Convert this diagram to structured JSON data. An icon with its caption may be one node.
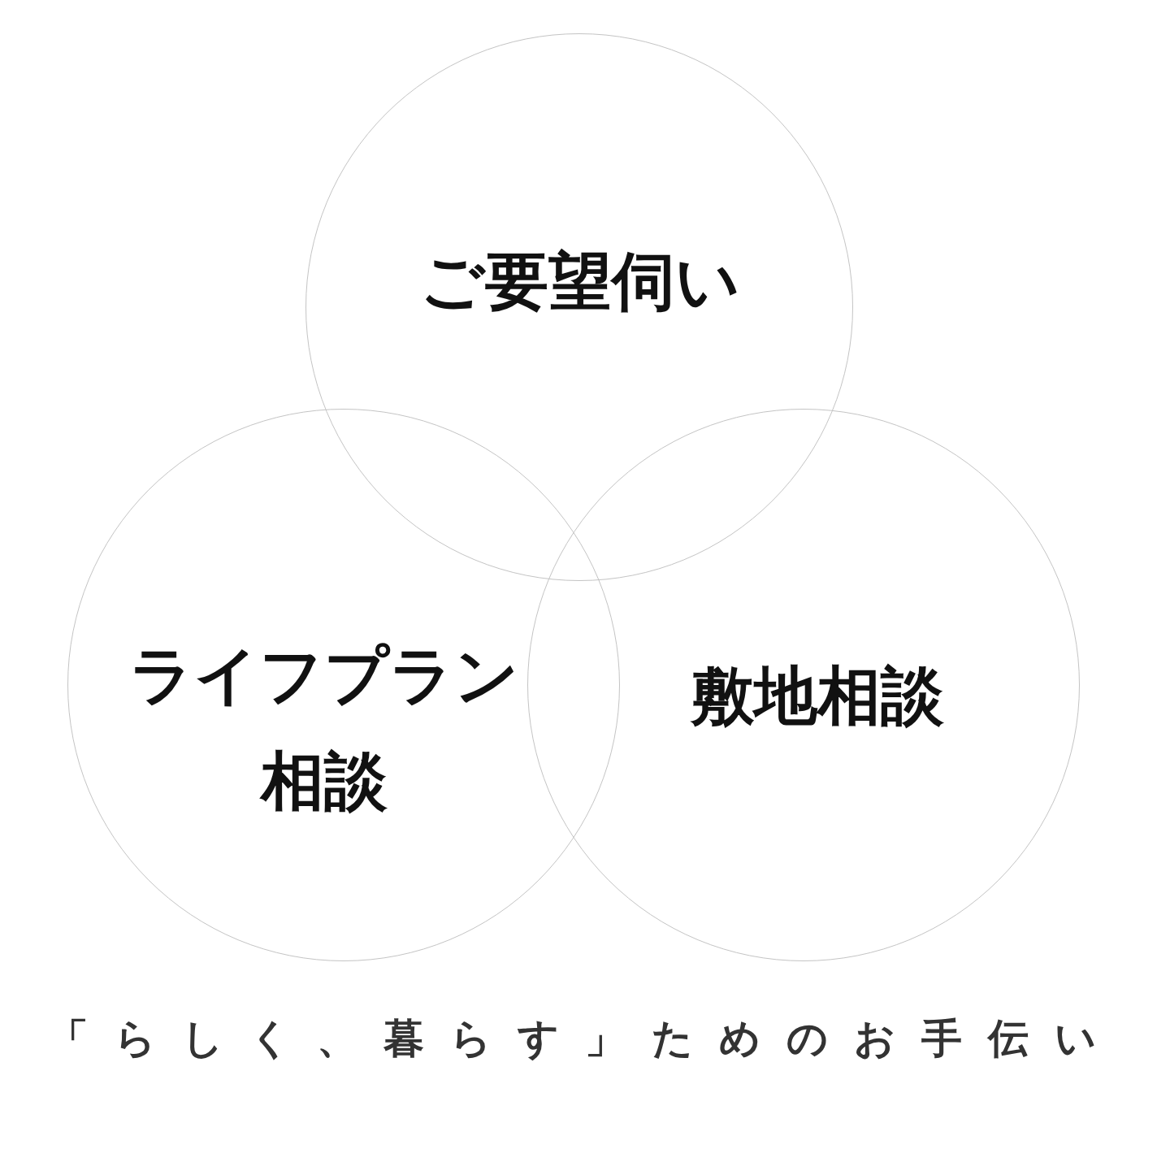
{
  "diagram": {
    "caption": "「らしく、暮らす」ためのお手伝い",
    "nodes": [
      {
        "text": [
          "ご要望伺い"
        ]
      },
      {
        "text": [
          "ライフプラン相談"
        ]
      },
      {
        "text": [
          "敷地相談"
        ]
      }
    ]
  }
}
